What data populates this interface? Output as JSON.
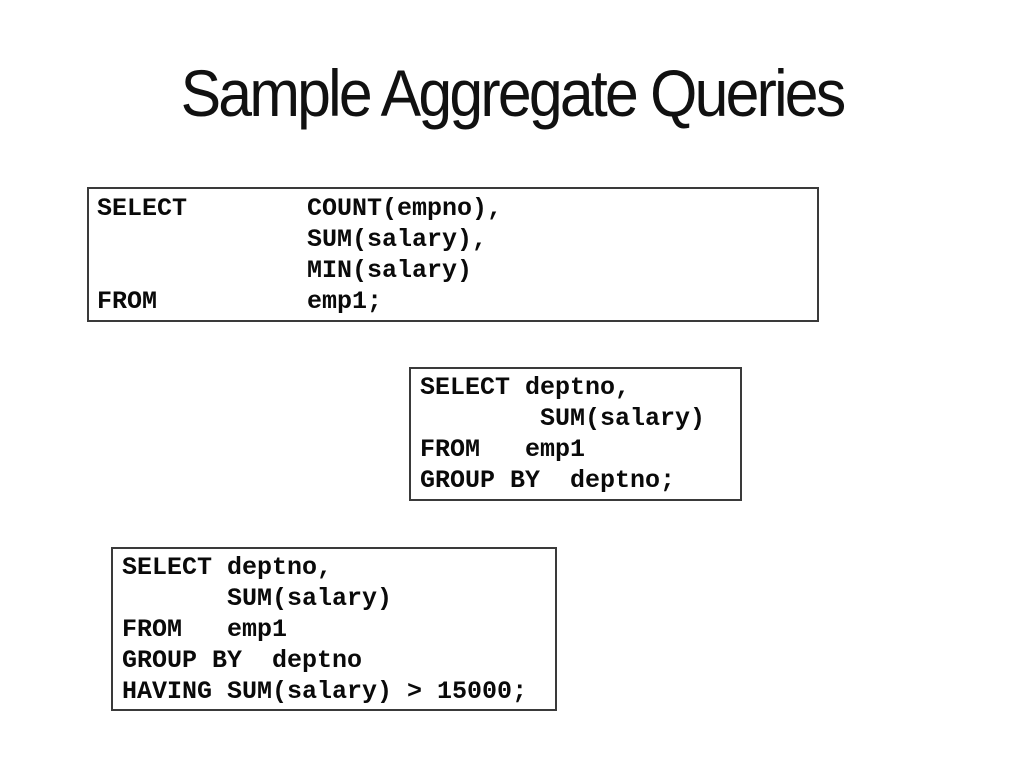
{
  "slide": {
    "title": "Sample Aggregate Queries",
    "code_boxes": [
      {
        "name": "aggregate-functions-query",
        "code": "SELECT        COUNT(empno),\n              SUM(salary),\n              MIN(salary)\nFROM          emp1;"
      },
      {
        "name": "group-by-query",
        "code": "SELECT deptno,\n        SUM(salary)\nFROM   emp1\nGROUP BY  deptno;"
      },
      {
        "name": "having-query",
        "code": "SELECT deptno,\n       SUM(salary)\nFROM   emp1\nGROUP BY  deptno\nHAVING SUM(salary) > 15000;"
      }
    ],
    "colors": {
      "background": "#ffffff",
      "text": "#0a0a0a",
      "box_border": "#3a3a3a"
    }
  }
}
